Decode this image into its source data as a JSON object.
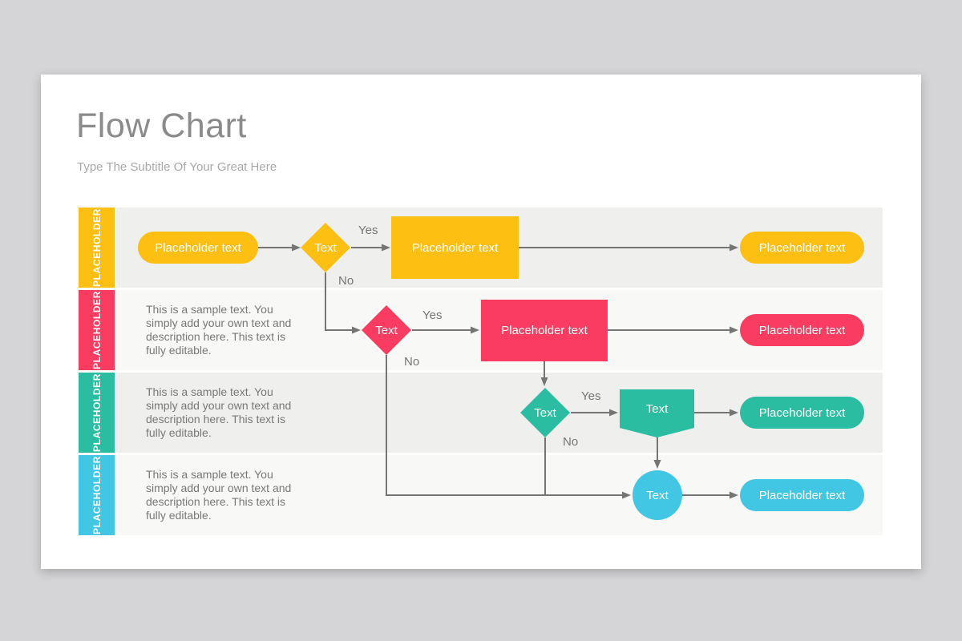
{
  "slide": {
    "title": "Flow Chart",
    "subtitle": "Type The Subtitle Of Your Great Here"
  },
  "colors": {
    "yellow": "#fcbf12",
    "pink": "#f93c5f",
    "teal": "#2bbda1",
    "cyan": "#41c6e3",
    "line": "#757575",
    "ink": "#787878"
  },
  "flowchart": {
    "rows": [
      {
        "tab": "PLACEHOLDER",
        "nodes": {
          "start": "Placeholder text",
          "decision": "Text",
          "process": "Placeholder text",
          "end": "Placeholder text"
        },
        "branch": {
          "yes": "Yes",
          "no": "No"
        }
      },
      {
        "tab": "PLACEHOLDER",
        "description": "This is a sample text. You\nsimply add your own text and\ndescription here. This text is\nfully editable.",
        "nodes": {
          "decision": "Text",
          "process": "Placeholder text",
          "end": "Placeholder text"
        },
        "branch": {
          "yes": "Yes",
          "no": "No"
        }
      },
      {
        "tab": "PLACEHOLDER",
        "description": "This is a sample text. You\nsimply add your own text and\ndescription here. This text is\nfully editable.",
        "nodes": {
          "decision": "Text",
          "process": "Text",
          "end": "Placeholder text"
        },
        "branch": {
          "yes": "Yes",
          "no": "No"
        }
      },
      {
        "tab": "PLACEHOLDER",
        "description": "This is a sample text. You\nsimply add your own text and\ndescription here. This text is\nfully editable.",
        "nodes": {
          "process": "Text",
          "end": "Placeholder text"
        }
      }
    ]
  }
}
